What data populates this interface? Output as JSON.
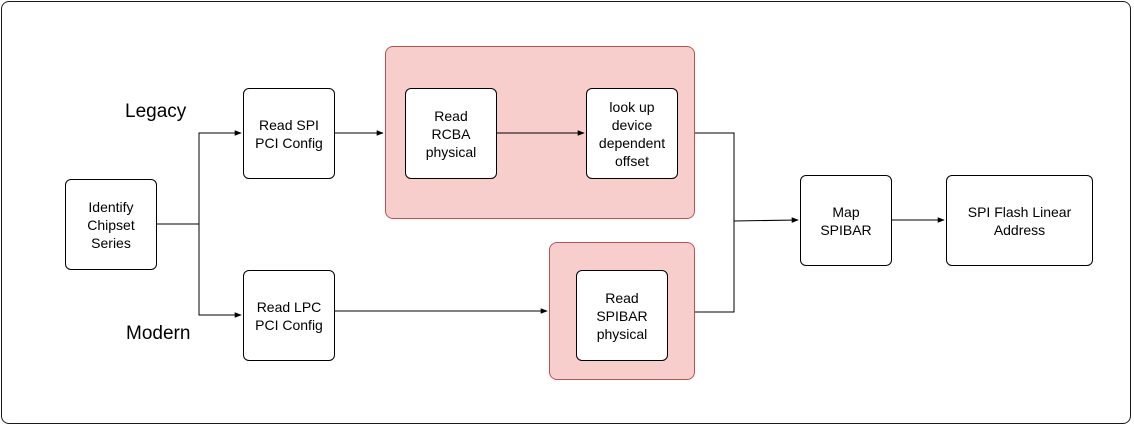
{
  "labels": {
    "legacy": "Legacy",
    "modern": "Modern"
  },
  "nodes": {
    "identify": "Identify\nChipset\nSeries",
    "read_spi_pci": "Read SPI\nPCI Config",
    "read_lpc_pci": "Read LPC\nPCI Config",
    "read_rcba": "Read\nRCBA\nphysical",
    "lookup_offset": "look up\ndevice\ndependent\noffset",
    "read_spibar": "Read\nSPIBAR\nphysical",
    "map_spibar": "Map\nSPIBAR",
    "spi_flash": "SPI Flash Linear\nAddress"
  },
  "colors": {
    "group_fill": "#f8cecc",
    "group_border": "#b85450",
    "line": "#000000"
  }
}
